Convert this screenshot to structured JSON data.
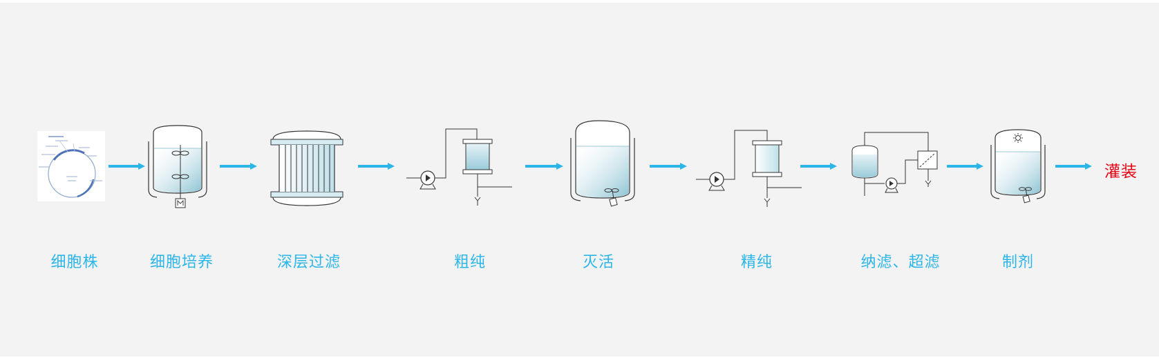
{
  "steps": [
    {
      "label": "细胞株",
      "icon": "plasmid-map-icon"
    },
    {
      "label": "细胞培养",
      "icon": "bioreactor-icon"
    },
    {
      "label": "深层过滤",
      "icon": "depth-filter-icon"
    },
    {
      "label": "粗纯",
      "icon": "chromatography-column-icon"
    },
    {
      "label": "灭活",
      "icon": "inactivation-tank-icon"
    },
    {
      "label": "精纯",
      "icon": "chromatography-column-icon"
    },
    {
      "label": "纳滤、超滤",
      "icon": "filtration-skid-icon"
    },
    {
      "label": "制剂",
      "icon": "formulation-tank-icon"
    }
  ],
  "final_step": {
    "label": "灌装"
  },
  "colors": {
    "arrow": "#2bb5e8",
    "step_label": "#2bb5e8",
    "final_label": "#e60012",
    "background": "#f3f3f3",
    "liquid": "#a9d4e0"
  }
}
